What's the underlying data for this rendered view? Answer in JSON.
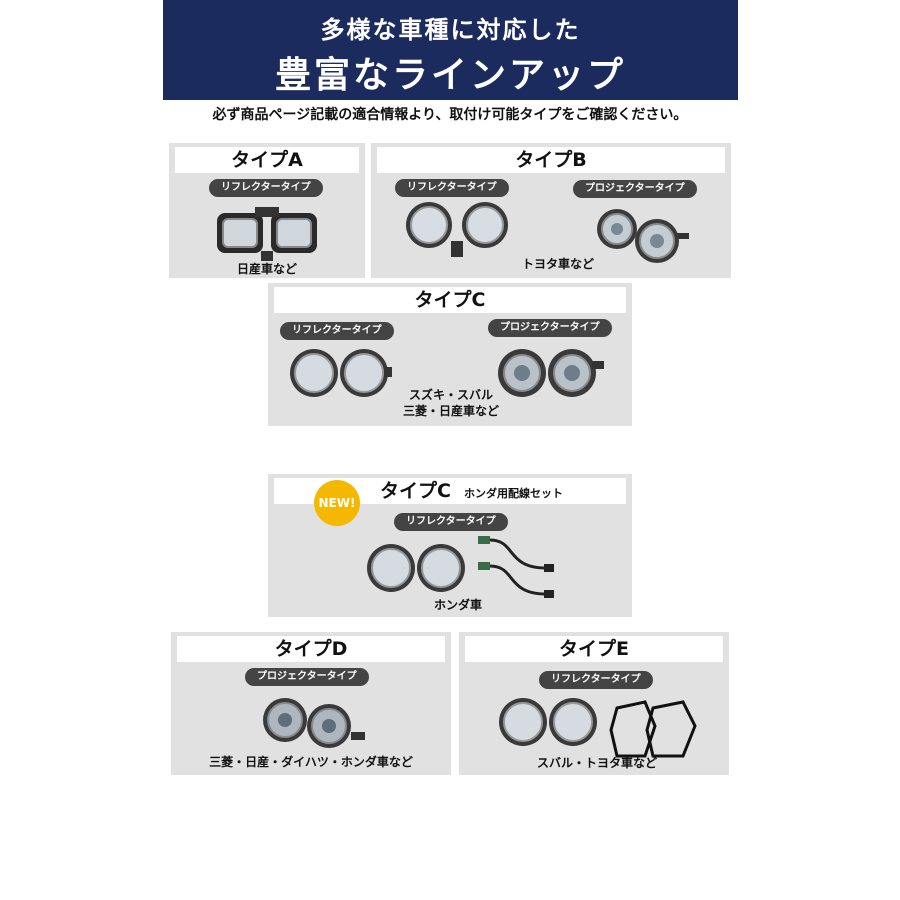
{
  "hero": {
    "line1": "多様な車種に対応した",
    "line2": "豊富なラインアップ"
  },
  "note": "必ず商品ページ記載の適合情報より、取付け可能タイプをご確認ください。",
  "colors": {
    "navy": "#1c2b5e",
    "card": "#e1e1e1",
    "pill": "#444444",
    "badge": "#f5b800"
  },
  "cards": {
    "a": {
      "title": "タイプA",
      "pills": [
        "リフレクタータイプ"
      ],
      "caption": "日産車など"
    },
    "b": {
      "title": "タイプB",
      "pills": [
        "リフレクタータイプ",
        "プロジェクタータイプ"
      ],
      "caption": "トヨタ車など"
    },
    "c": {
      "title": "タイプC",
      "pills": [
        "リフレクタータイプ",
        "プロジェクタータイプ"
      ],
      "caption_lines": [
        "スズキ・スバル",
        "三菱・日産車など"
      ]
    },
    "ch": {
      "badge": "NEW!",
      "title": "タイプC",
      "subtitle": "ホンダ用配線セット",
      "pills": [
        "リフレクタータイプ"
      ],
      "caption": "ホンダ車"
    },
    "d": {
      "title": "タイプD",
      "pills": [
        "プロジェクタータイプ"
      ],
      "caption": "三菱・日産・ダイハツ・ホンダ車など"
    },
    "e": {
      "title": "タイプE",
      "pills": [
        "リフレクタータイプ"
      ],
      "caption": "スバル・トヨタ車など"
    }
  }
}
